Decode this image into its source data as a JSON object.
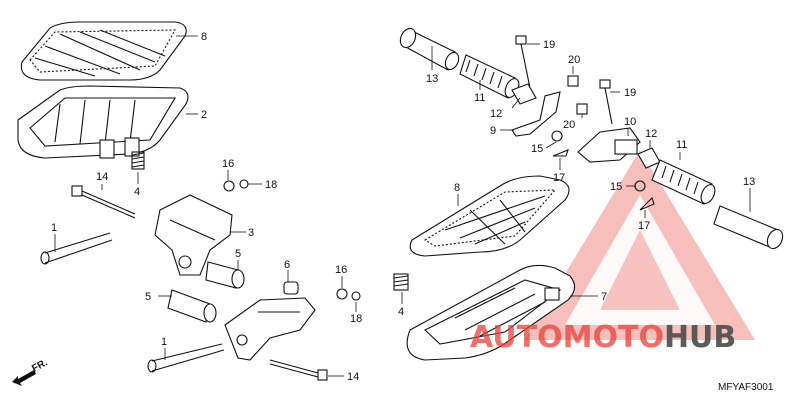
{
  "callouts": {
    "l_8": "8",
    "l_2": "2",
    "l_16a": "16",
    "l_18a": "18",
    "l_14a": "14",
    "l_4a": "4",
    "l_3": "3",
    "l_1a": "1",
    "l_5a": "5",
    "l_5b": "5",
    "l_6": "6",
    "l_16b": "16",
    "l_18b": "18",
    "l_1b": "1",
    "l_14b": "14",
    "r_13a": "13",
    "r_11a": "11",
    "r_19a": "19",
    "r_20a": "20",
    "r_12a": "12",
    "r_9": "9",
    "r_19b": "19",
    "r_20b": "20",
    "r_10": "10",
    "r_12b": "12",
    "r_11b": "11",
    "r_15a": "15",
    "r_17a": "17",
    "r_15b": "15",
    "r_17b": "17",
    "r_13b": "13",
    "r_8": "8",
    "r_7": "7",
    "r_4": "4"
  },
  "front_marker": "FR.",
  "diagram_code": "MFYAF3001",
  "watermark": {
    "word_a": "AUTO",
    "word_b": "MOTO",
    "word_c": "HUB",
    "color_red": "#e8403a",
    "color_gray": "#4a4a4a"
  }
}
